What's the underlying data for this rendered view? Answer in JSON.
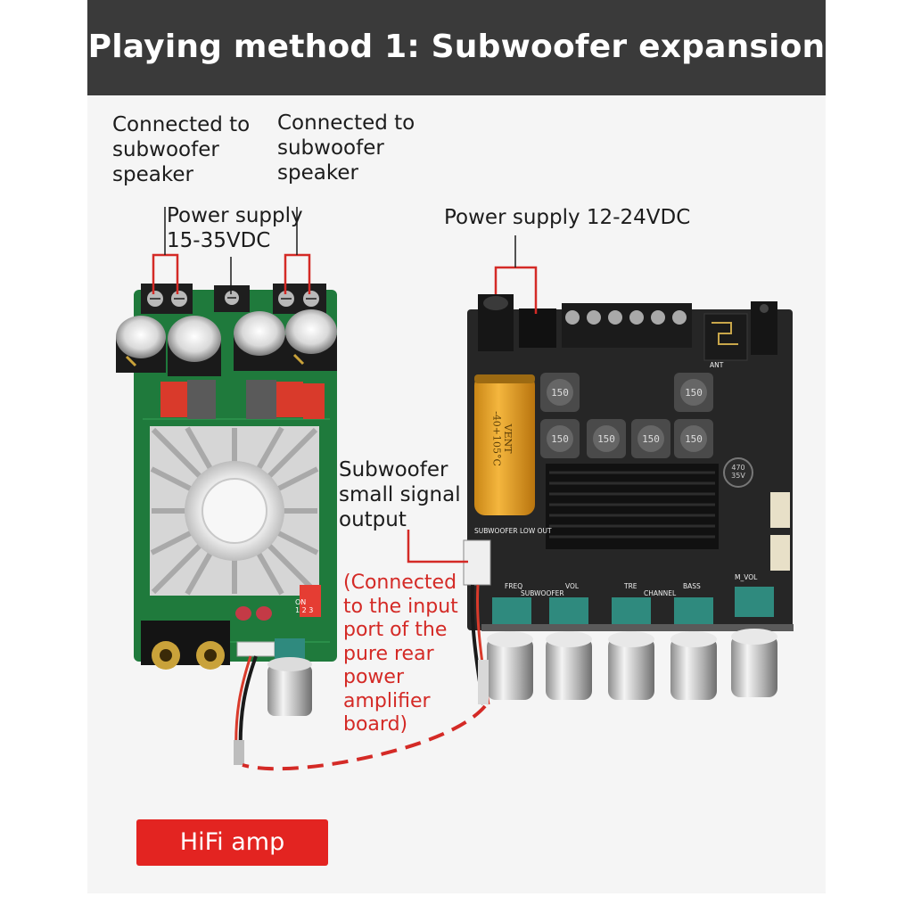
{
  "header": {
    "title": "Playing method 1: Subwoofer expansion"
  },
  "labels": {
    "left_speaker": "Connected to\nsubwoofer\nspeaker",
    "right_speaker": "Connected to\nsubwoofer\nspeaker",
    "left_power": "Power supply\n15-35VDC",
    "right_power": "Power supply 12-24VDC",
    "sub_output": "Subwoofer\nsmall signal\noutput",
    "connection_note": "(Connected\nto the input\nport of the\npure rear\npower\namplifier\nboard)"
  },
  "right_board": {
    "inductor_marking": "150",
    "capacitor_text": "VENT\n-40+105°C",
    "small_cap_text": "470\n35V",
    "silk": {
      "sub_low_out": "SUBWOOFER LOW OUT",
      "freq": "FREQ",
      "vol": "VOL",
      "subwoofer": "SUBWOOFER",
      "tre": "TRE",
      "channel": "CHANNEL",
      "bass": "BASS",
      "m_vol": "M_VOL",
      "ant": "ANT"
    }
  },
  "left_board": {
    "switch_labels": "ON\n1 2 3"
  },
  "badge": {
    "label": "HiFi amp"
  },
  "colors": {
    "header_bg": "#3a3a3a",
    "panel_bg": "#f5f5f5",
    "annotation_red": "#d42a26",
    "badge_red": "#e32421",
    "pcb_green": "#1f7a3c",
    "pcb_black": "#262626",
    "knob_teal": "#2f8a7e"
  }
}
